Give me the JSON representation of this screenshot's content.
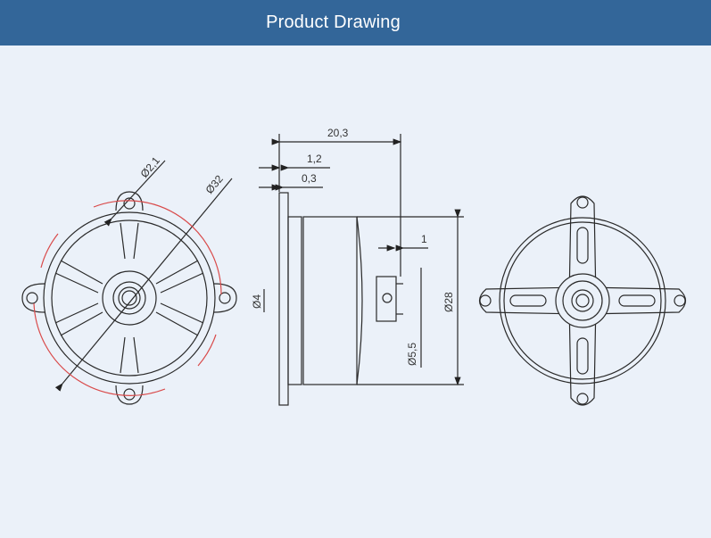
{
  "header": {
    "title": "Product Drawing",
    "background": "#336699"
  },
  "colors": {
    "background": "#ebf1f9",
    "line": "#2a2a2a",
    "highlight_arc": "#d94a4a"
  },
  "views": {
    "front": {
      "label": "front-view",
      "dimensions": {
        "hole_diameter": "Ø2,1",
        "bolt_circle": "Ø32"
      }
    },
    "side": {
      "label": "side-view",
      "dimensions": {
        "overall_length": "20,3",
        "flange_total": "1,2",
        "flange_thin": "0,3",
        "shaft_step": "1",
        "shaft_diameter": "Ø4",
        "hub_diameter": "Ø5,5",
        "body_diameter": "Ø28"
      }
    },
    "rear": {
      "label": "rear-view"
    }
  }
}
